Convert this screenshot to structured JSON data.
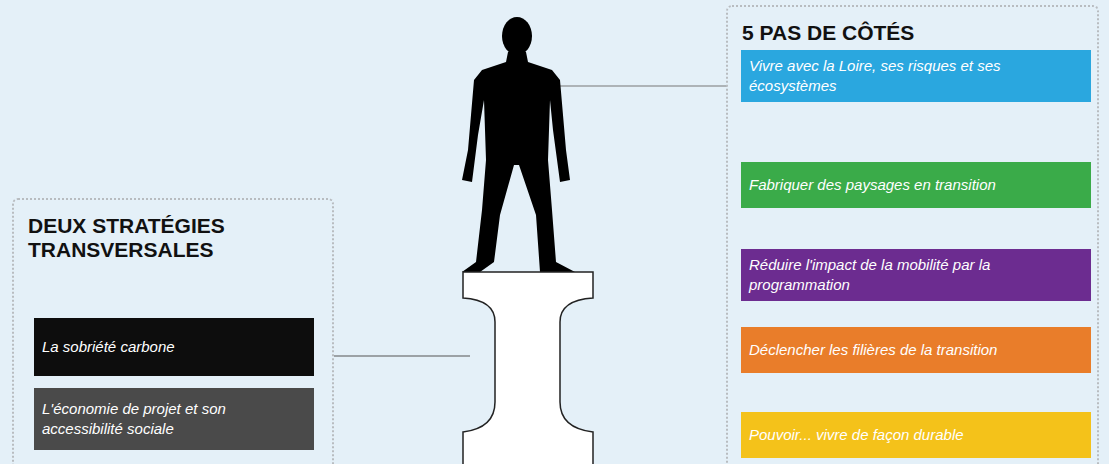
{
  "diagram": {
    "nodes": [
      {
        "text": [
          "DEUX STRATÉGIES TRANSVERSALES"
        ]
      },
      {
        "text": [
          "La sobriété carbone"
        ],
        "in": 0
      },
      {
        "text": [
          "L'économie de projet et son accessibilité sociale"
        ],
        "in": 0
      },
      {
        "text": [
          "5 PAS DE CÔTÉS"
        ]
      },
      {
        "text": [
          "Vivre avec la Loire, ses risques et ses écosystèmes"
        ],
        "in": 3
      },
      {
        "text": [
          "Fabriquer des paysages en transition"
        ],
        "in": 3
      },
      {
        "text": [
          "Réduire l'impact de la mobilité par la programmation"
        ],
        "in": 3
      },
      {
        "text": [
          "Déclencher les filières de la transition"
        ],
        "in": 3
      },
      {
        "text": [
          "Pouvoir... vivre de façon durable"
        ],
        "in": 3
      }
    ]
  }
}
